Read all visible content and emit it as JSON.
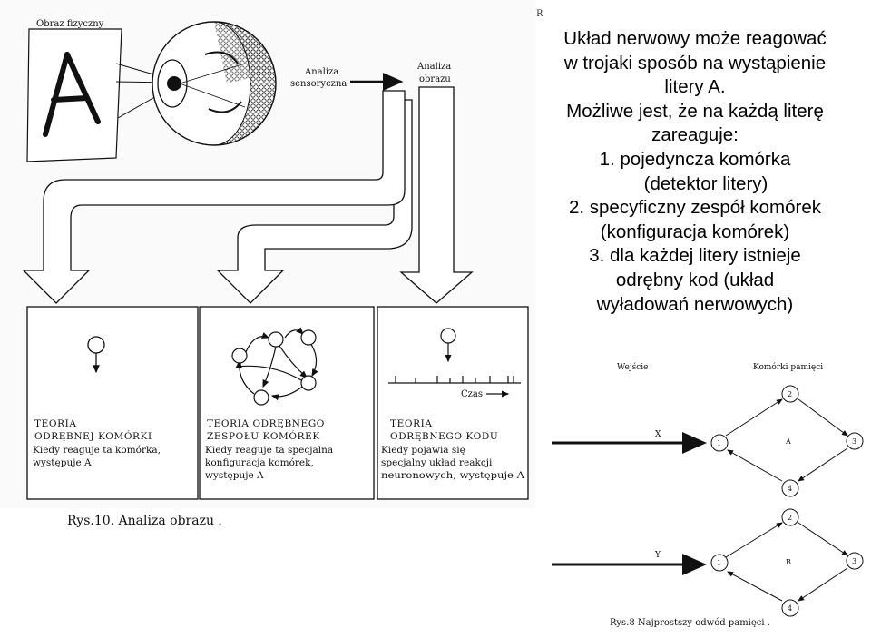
{
  "left_figure": {
    "physical_image_label": "Obraz fizyczny",
    "letter": "A",
    "sensory_label_1": "Analiza",
    "sensory_label_2": "sensoryczna",
    "image_label_1": "Analiza",
    "image_label_2": "obrazu",
    "time_label": "Czas",
    "theories": [
      {
        "title_1": "TEORIA",
        "title_2": "ODRĘBNEJ KOMÓRKI",
        "body_1": "Kiedy reaguje ta komórka,",
        "body_2": "występuje A",
        "body_3": ""
      },
      {
        "title_1": "TEORIA ODRĘBNEGO",
        "title_2": "ZESPOŁU KOMÓREK",
        "body_1": "Kiedy reaguje ta specjalna",
        "body_2": "konfiguracja komórek,",
        "body_3": "występuje A"
      },
      {
        "title_1": "TEORIA",
        "title_2": "ODRĘBNEGO KODU",
        "body_1": "Kiedy pojawia się",
        "body_2": "specjalny układ reakcji",
        "body_3": "neuronowych, występuje A"
      }
    ],
    "caption": "Rys.10. Analiza obrazu ."
  },
  "corner_mark": "R",
  "slide_text": {
    "intro_1": "Układ nerwowy może reagować",
    "intro_2": "w trojaki sposób na wystąpienie",
    "intro_3": "litery A.",
    "intro_4": "Możliwe jest, że na każdą literę",
    "intro_5": "zareaguje:",
    "item_1_a": "1.   pojedyncza komórka",
    "item_1_b": "(detektor litery)",
    "item_2_a": "2.   specyficzny zespół komórek",
    "item_2_b": "(konfiguracja komórek)",
    "item_3_a": "3.   dla każdej litery istnieje",
    "item_3_b": "odrębny kod (układ",
    "item_3_c": "wyładowań nerwowych)"
  },
  "memory_figure": {
    "input_header": "Wejście",
    "memory_header": "Komórki pamięci",
    "networks": [
      {
        "input": "X",
        "center": "A",
        "nodes": [
          "1",
          "2",
          "3",
          "4"
        ]
      },
      {
        "input": "Y",
        "center": "B",
        "nodes": [
          "1",
          "2",
          "3",
          "4"
        ]
      }
    ],
    "caption": "Rys.8 Najprostszy odwód pamięci ."
  }
}
